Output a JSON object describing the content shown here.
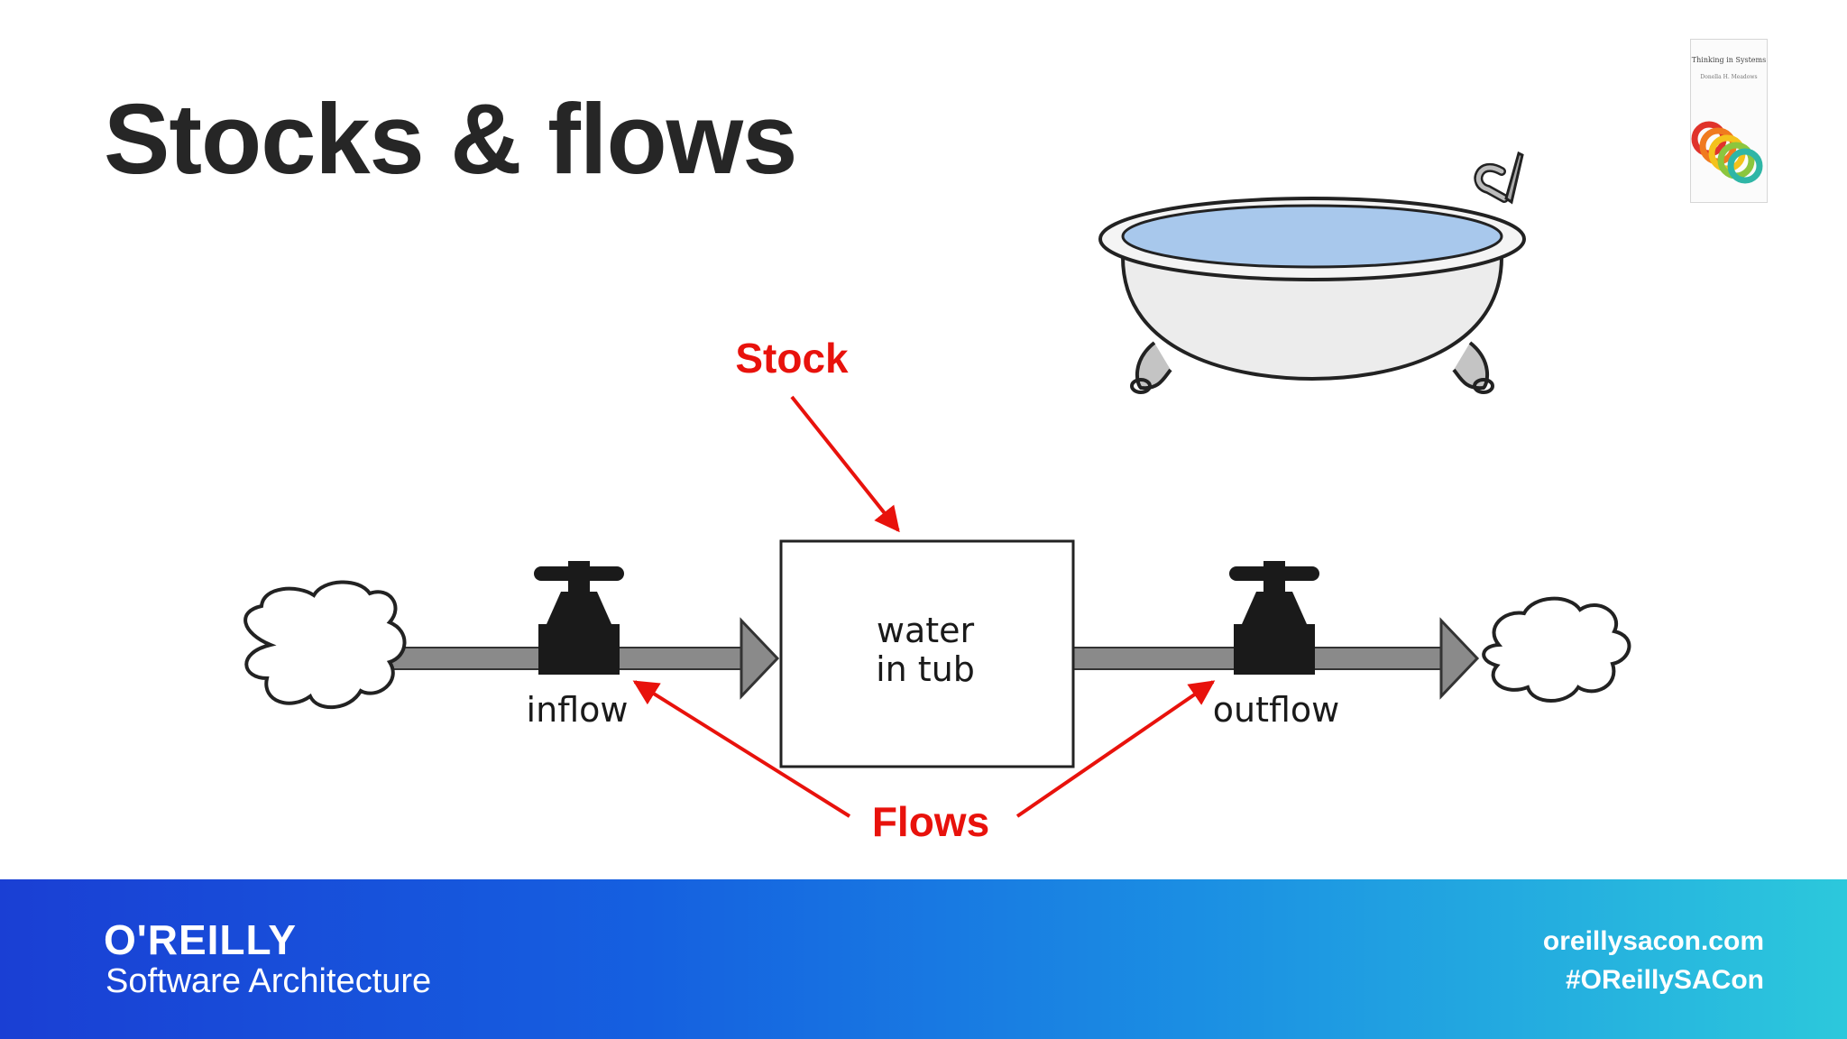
{
  "slide": {
    "title": "Stocks & flows"
  },
  "book_cover": {
    "title": "Thinking in Systems",
    "author": "Donella H. Meadows",
    "icon": "slinky-cover-icon"
  },
  "diagram": {
    "stock_box_line1": "water",
    "stock_box_line2": "in tub",
    "inflow_label": "inflow",
    "outflow_label": "outflow",
    "stock_annotation": "Stock",
    "flows_annotation": "Flows",
    "annotation_color": "#e8120c",
    "pipe_color": "#8a8a8a",
    "valve_color": "#1a1a1a",
    "water_color": "#a8c8ec",
    "icons": [
      "bathtub-icon",
      "cloud-icon",
      "valve-icon",
      "arrow-icon"
    ]
  },
  "footer": {
    "brand": "O'REILLY",
    "brand_sub": "Software Architecture",
    "website": "oreillysacon.com",
    "hashtag": "#OReillySACon"
  }
}
